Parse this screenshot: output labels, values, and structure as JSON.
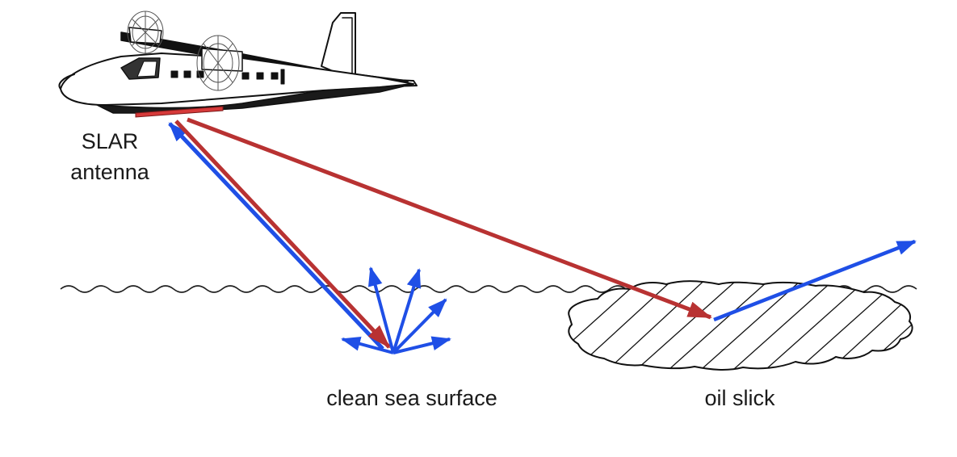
{
  "labels": {
    "antenna_line1": "SLAR",
    "antenna_line2": "antenna",
    "clean_sea": "clean sea surface",
    "oil_slick": "oil slick"
  },
  "colors": {
    "incident_beam": "#b83232",
    "reflected_beam": "#1f4fe6",
    "antenna": "#d63a3a",
    "line_art": "#111111"
  },
  "icons": [
    "aircraft-icon"
  ]
}
